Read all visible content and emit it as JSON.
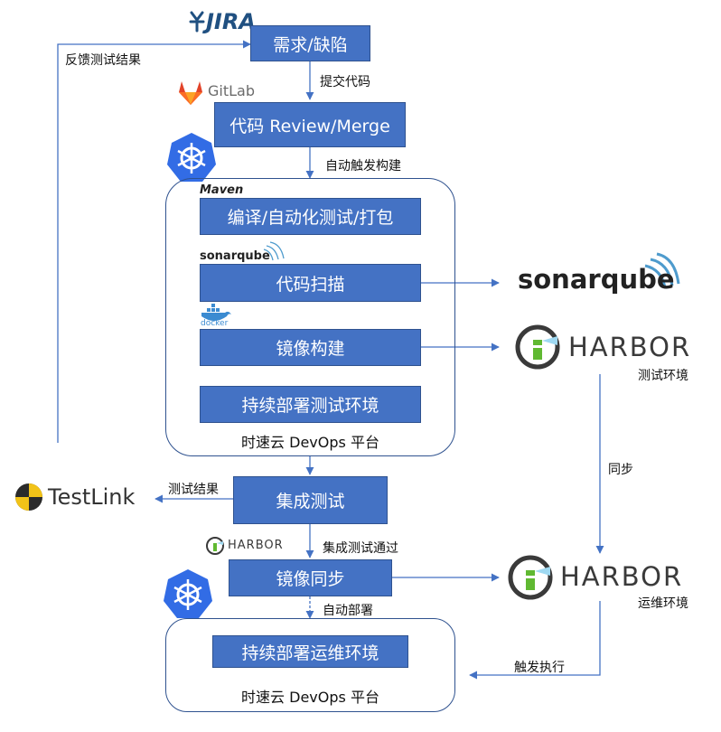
{
  "logos": {
    "jira": "JIRA",
    "gitlab": "GitLab",
    "maven": "Maven",
    "sonarqube_small": "sonarqube",
    "docker": "docker",
    "sonarqube_big": "sonarqube",
    "harbor_test": "HARBOR",
    "testlink": "TestLink",
    "harbor_small": "HARBOR",
    "harbor_ops": "HARBOR"
  },
  "boxes": {
    "requirements": "需求/缺陷",
    "code_review": "代码 Review/Merge",
    "compile": "编译/自动化测试/打包",
    "code_scan": "代码扫描",
    "image_build": "镜像构建",
    "cd_test": "持续部署测试环境",
    "integration_test": "集成测试",
    "image_sync": "镜像同步",
    "cd_ops": "持续部署运维环境"
  },
  "labels": {
    "feedback": "反馈测试结果",
    "submit_code": "提交代码",
    "auto_trigger_build": "自动触发构建",
    "test_result": "测试结果",
    "integration_passed": "集成测试通过",
    "auto_deploy": "自动部署",
    "sync": "同步",
    "trigger_execute": "触发执行",
    "test_env": "测试环境",
    "ops_env": "运维环境"
  },
  "platforms": {
    "top": "时速云 DevOps 平台",
    "bottom": "时速云 DevOps 平台"
  },
  "colors": {
    "box_fill": "#4472c4",
    "box_border": "#2f528f",
    "arrow": "#4472c4",
    "k8s": "#326ce5",
    "gitlab": "#e24329",
    "harbor_green": "#60b932",
    "jira": "#205081"
  }
}
